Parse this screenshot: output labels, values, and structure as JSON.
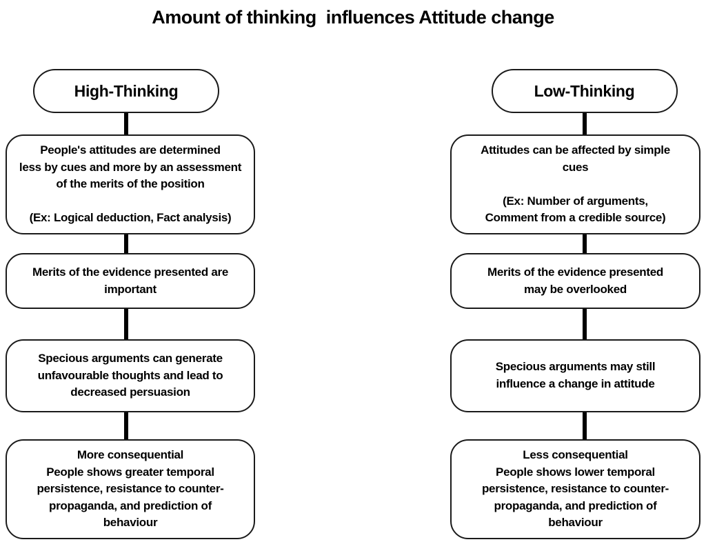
{
  "title": "Amount of thinking  influences Attitude change",
  "columns": [
    {
      "header": "High-Thinking",
      "boxes": [
        "People's attitudes are determined\nless by cues and more by an assessment\nof the merits of the position\n\n(Ex: Logical deduction, Fact analysis)",
        "Merits of the evidence presented are\nimportant",
        "Specious arguments can generate\nunfavourable thoughts and lead to\ndecreased persuasion",
        "More consequential\nPeople shows greater temporal\npersistence, resistance to counter-\npropaganda, and prediction of\nbehaviour"
      ]
    },
    {
      "header": "Low-Thinking",
      "boxes": [
        "Attitudes can be affected by simple\ncues\n\n(Ex: Number of arguments,\nComment from a credible source)",
        "Merits of the evidence presented\nmay be overlooked",
        "Specious arguments may still\ninfluence a change in attitude",
        "Less consequential\nPeople shows lower temporal\npersistence, resistance to counter-\npropaganda, and prediction of\nbehaviour"
      ]
    }
  ]
}
